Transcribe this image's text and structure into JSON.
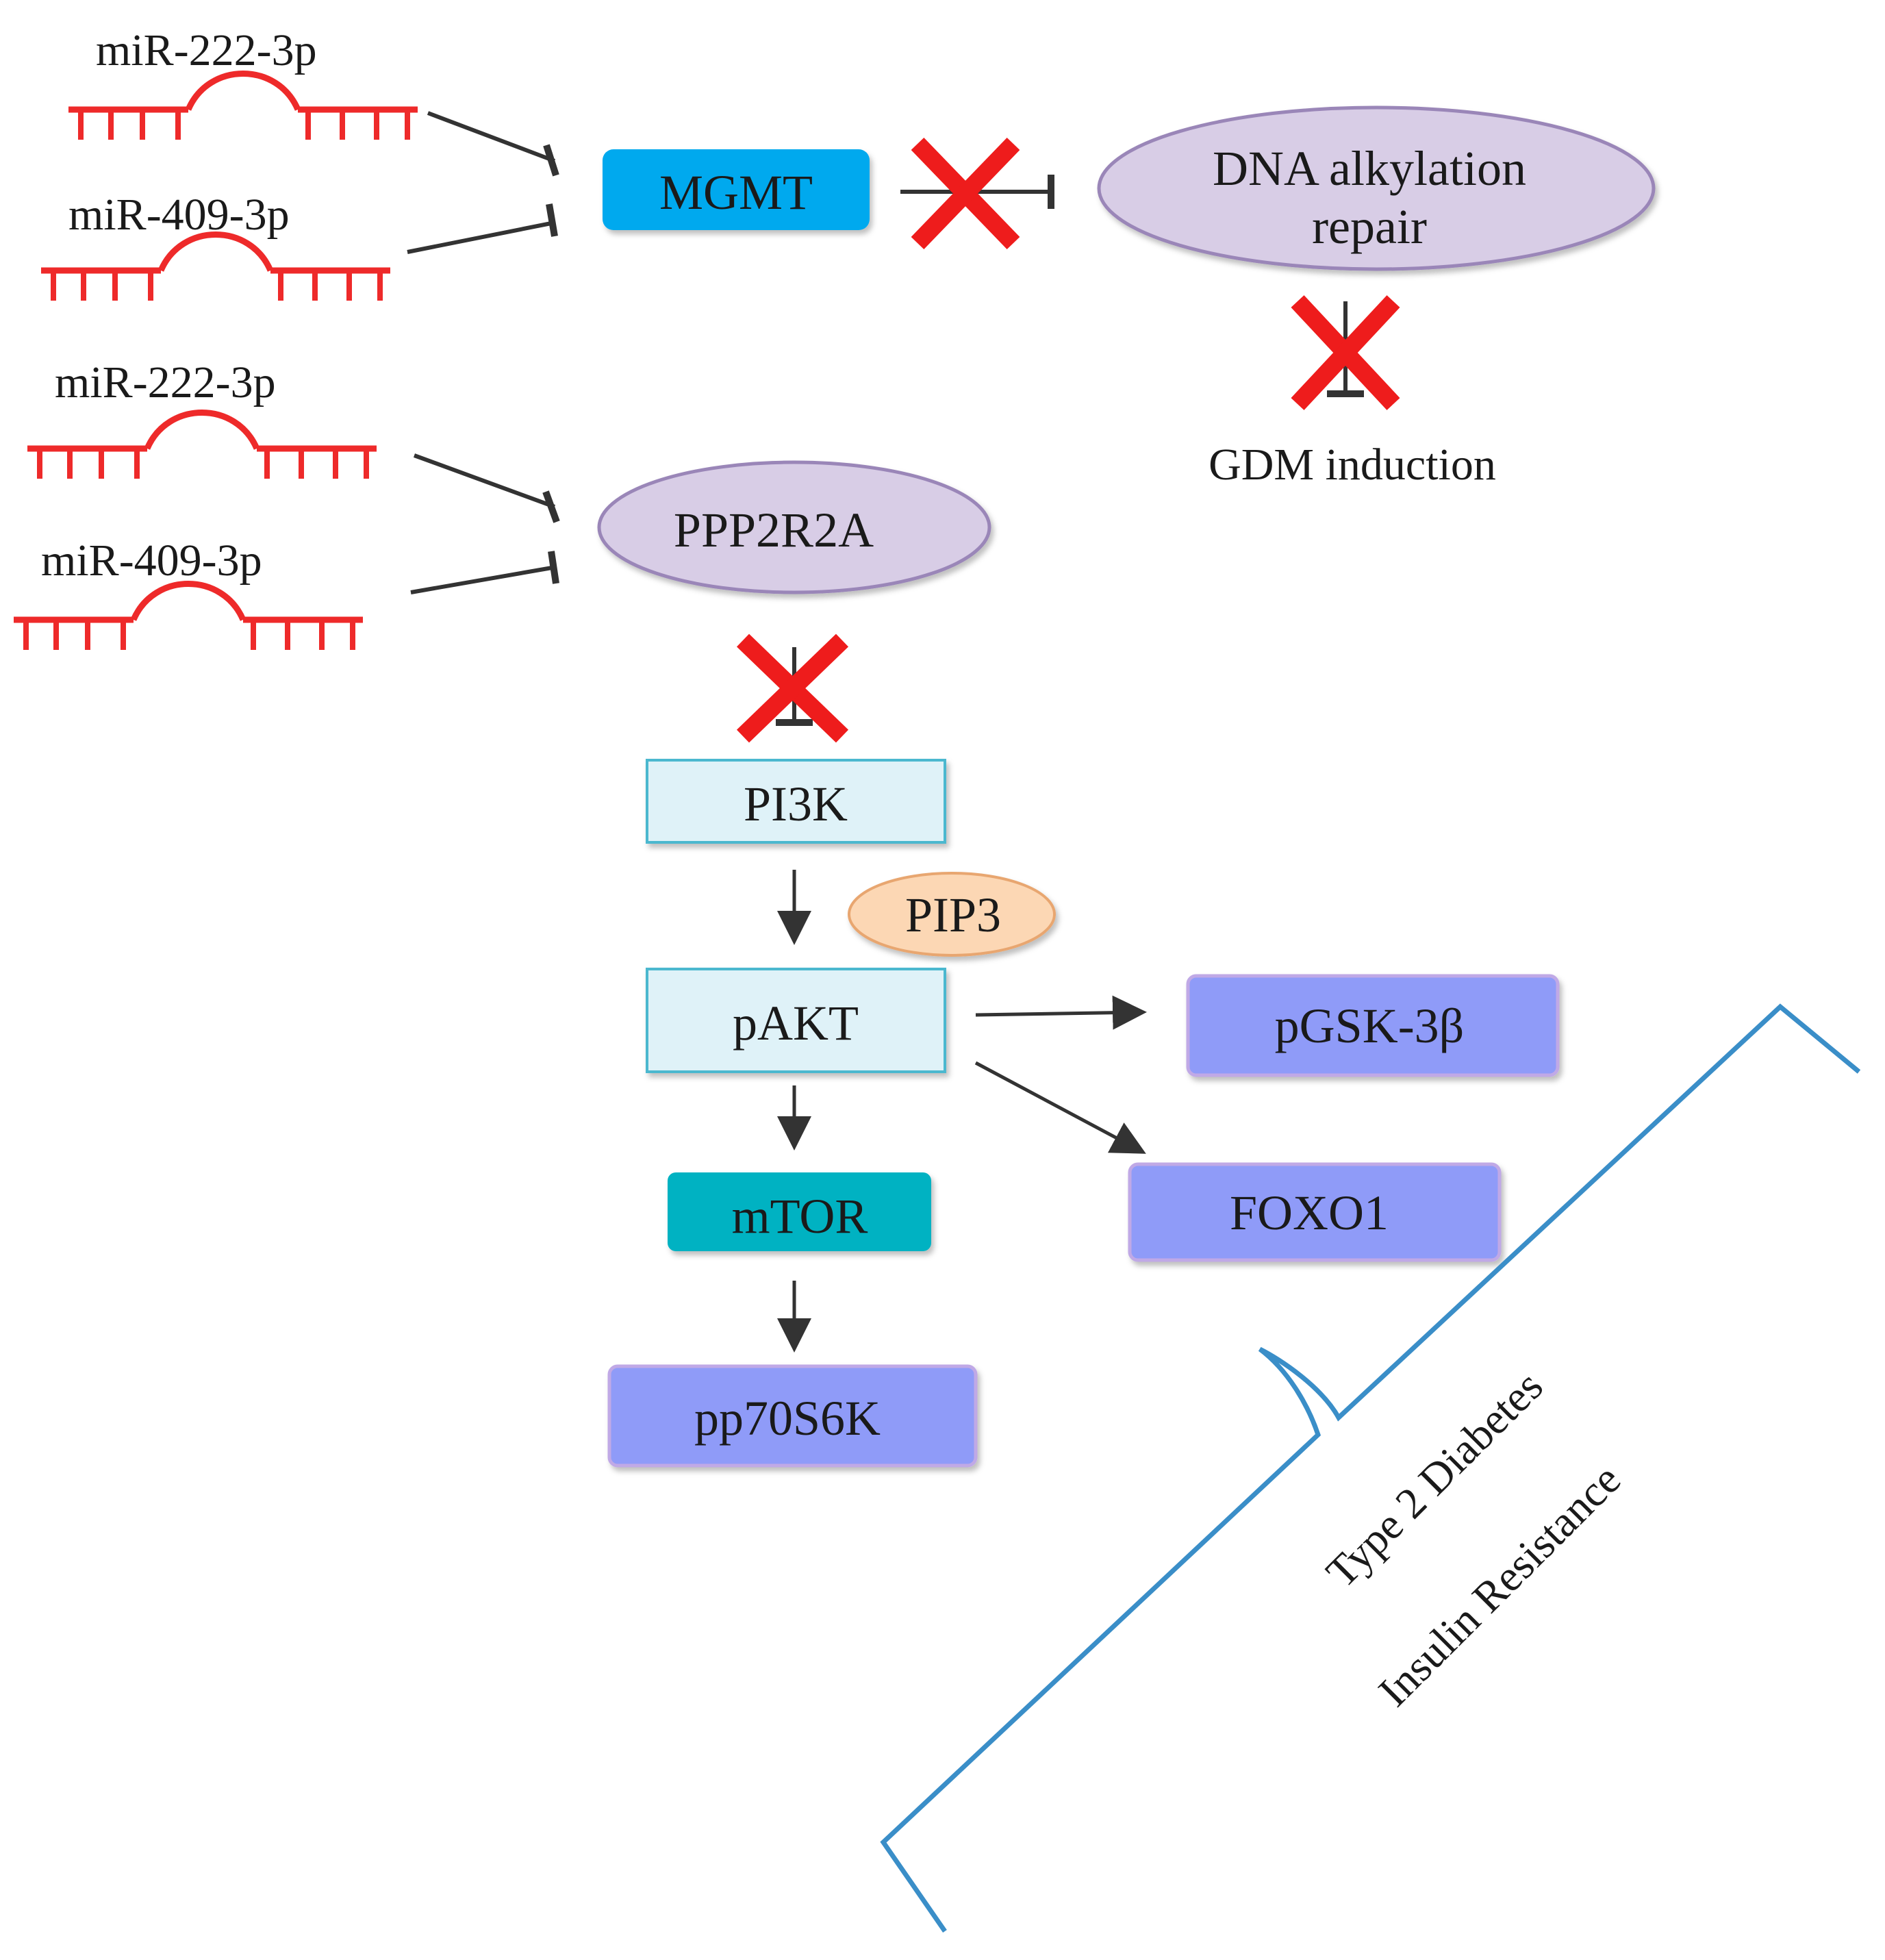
{
  "mirnas": [
    {
      "label": "miR-222-3p"
    },
    {
      "label": "miR-409-3p"
    },
    {
      "label": "miR-222-3p"
    },
    {
      "label": "miR-409-3p"
    }
  ],
  "nodes": {
    "mgmt": "MGMT",
    "dna_repair_line1": "DNA alkylation",
    "dna_repair_line2": "repair",
    "gdm": "GDM induction",
    "ppp2r2a": "PPP2R2A",
    "pi3k": "PI3K",
    "pip3": "PIP3",
    "pakt": "pAKT",
    "pgsk": "pGSK-3β",
    "foxo1": "FOXO1",
    "mtor": "mTOR",
    "pp70s6k": "pp70S6K"
  },
  "bracket": {
    "label1": "Type 2 Diabetes",
    "label2": "Insulin Resistance"
  },
  "colors": {
    "mirna": "#ee2a2a",
    "blocked_x": "#ee1c1c",
    "mgmt": "#00a9ee",
    "ellipse_fill": "#d8cde6",
    "ellipse_stroke": "#9a86b8",
    "light_box_fill": "#dff2f8",
    "light_box_stroke": "#4bb8cf",
    "pip3_fill": "#fcd7b4",
    "pip3_stroke": "#e8a66f",
    "purple_box_fill": "#8f9bf8",
    "purple_box_stroke": "#c0a9e6",
    "mtor": "#00b2c2",
    "bracket": "#3a8ec8",
    "arrow": "#333333"
  }
}
